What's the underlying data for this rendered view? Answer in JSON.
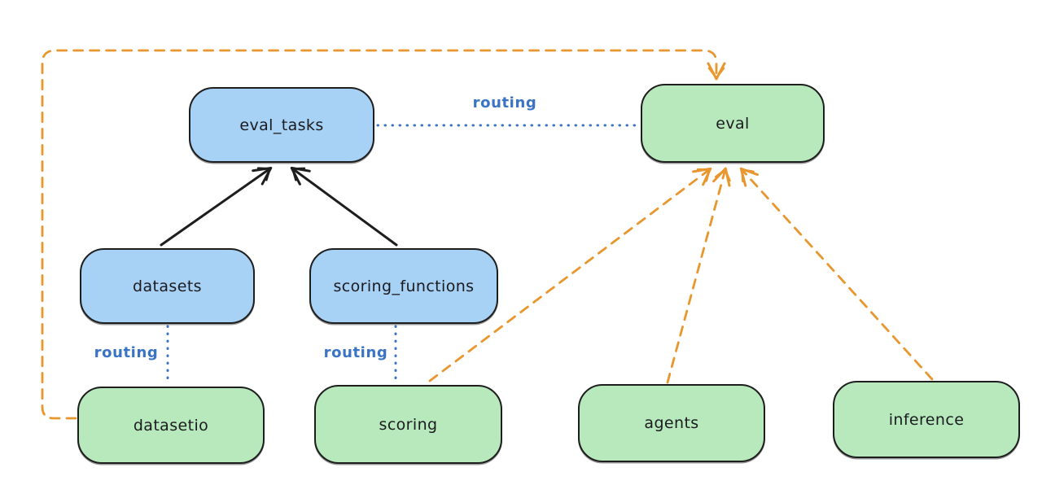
{
  "diagram": {
    "title_hint": "API to provider routing diagram",
    "colors": {
      "background": "#ffffff",
      "api_box_fill": "#a7d1f5",
      "provider_box_fill": "#b7e9bd",
      "box_stroke": "#1e1e1e",
      "routing_blue": "#3b73c5",
      "dependency_orange": "#e8962e",
      "solid_arrow_black": "#1e1e1e"
    },
    "nodes": [
      {
        "id": "eval_tasks",
        "label": "eval_tasks",
        "kind": "blue"
      },
      {
        "id": "eval",
        "label": "eval",
        "kind": "green"
      },
      {
        "id": "datasets",
        "label": "datasets",
        "kind": "blue"
      },
      {
        "id": "scoring_functions",
        "label": "scoring_functions",
        "kind": "blue"
      },
      {
        "id": "datasetio",
        "label": "datasetio",
        "kind": "green"
      },
      {
        "id": "scoring",
        "label": "scoring",
        "kind": "green"
      },
      {
        "id": "agents",
        "label": "agents",
        "kind": "green"
      },
      {
        "id": "inference",
        "label": "inference",
        "kind": "green"
      }
    ],
    "edge_labels": [
      {
        "id": "routing-eval_tasks-to-eval",
        "text": "routing"
      },
      {
        "id": "routing-datasets-to-datasetio",
        "text": "routing"
      },
      {
        "id": "routing-scoring_functions-scoring",
        "text": "routing"
      }
    ],
    "edges": [
      {
        "from": "datasets",
        "to": "eval_tasks",
        "style": "solid-black-arrow"
      },
      {
        "from": "scoring_functions",
        "to": "eval_tasks",
        "style": "solid-black-arrow"
      },
      {
        "from": "eval_tasks",
        "to": "eval",
        "style": "dotted-blue",
        "label": "routing"
      },
      {
        "from": "datasets",
        "to": "datasetio",
        "style": "dotted-blue",
        "label": "routing"
      },
      {
        "from": "scoring_functions",
        "to": "scoring",
        "style": "dotted-blue",
        "label": "routing"
      },
      {
        "from": "scoring",
        "to": "eval",
        "style": "dashed-orange-arrow"
      },
      {
        "from": "agents",
        "to": "eval",
        "style": "dashed-orange-arrow"
      },
      {
        "from": "inference",
        "to": "eval",
        "style": "dashed-orange-arrow"
      },
      {
        "from": "datasetio",
        "to": "eval",
        "style": "dashed-orange-arrow-loop"
      }
    ]
  }
}
